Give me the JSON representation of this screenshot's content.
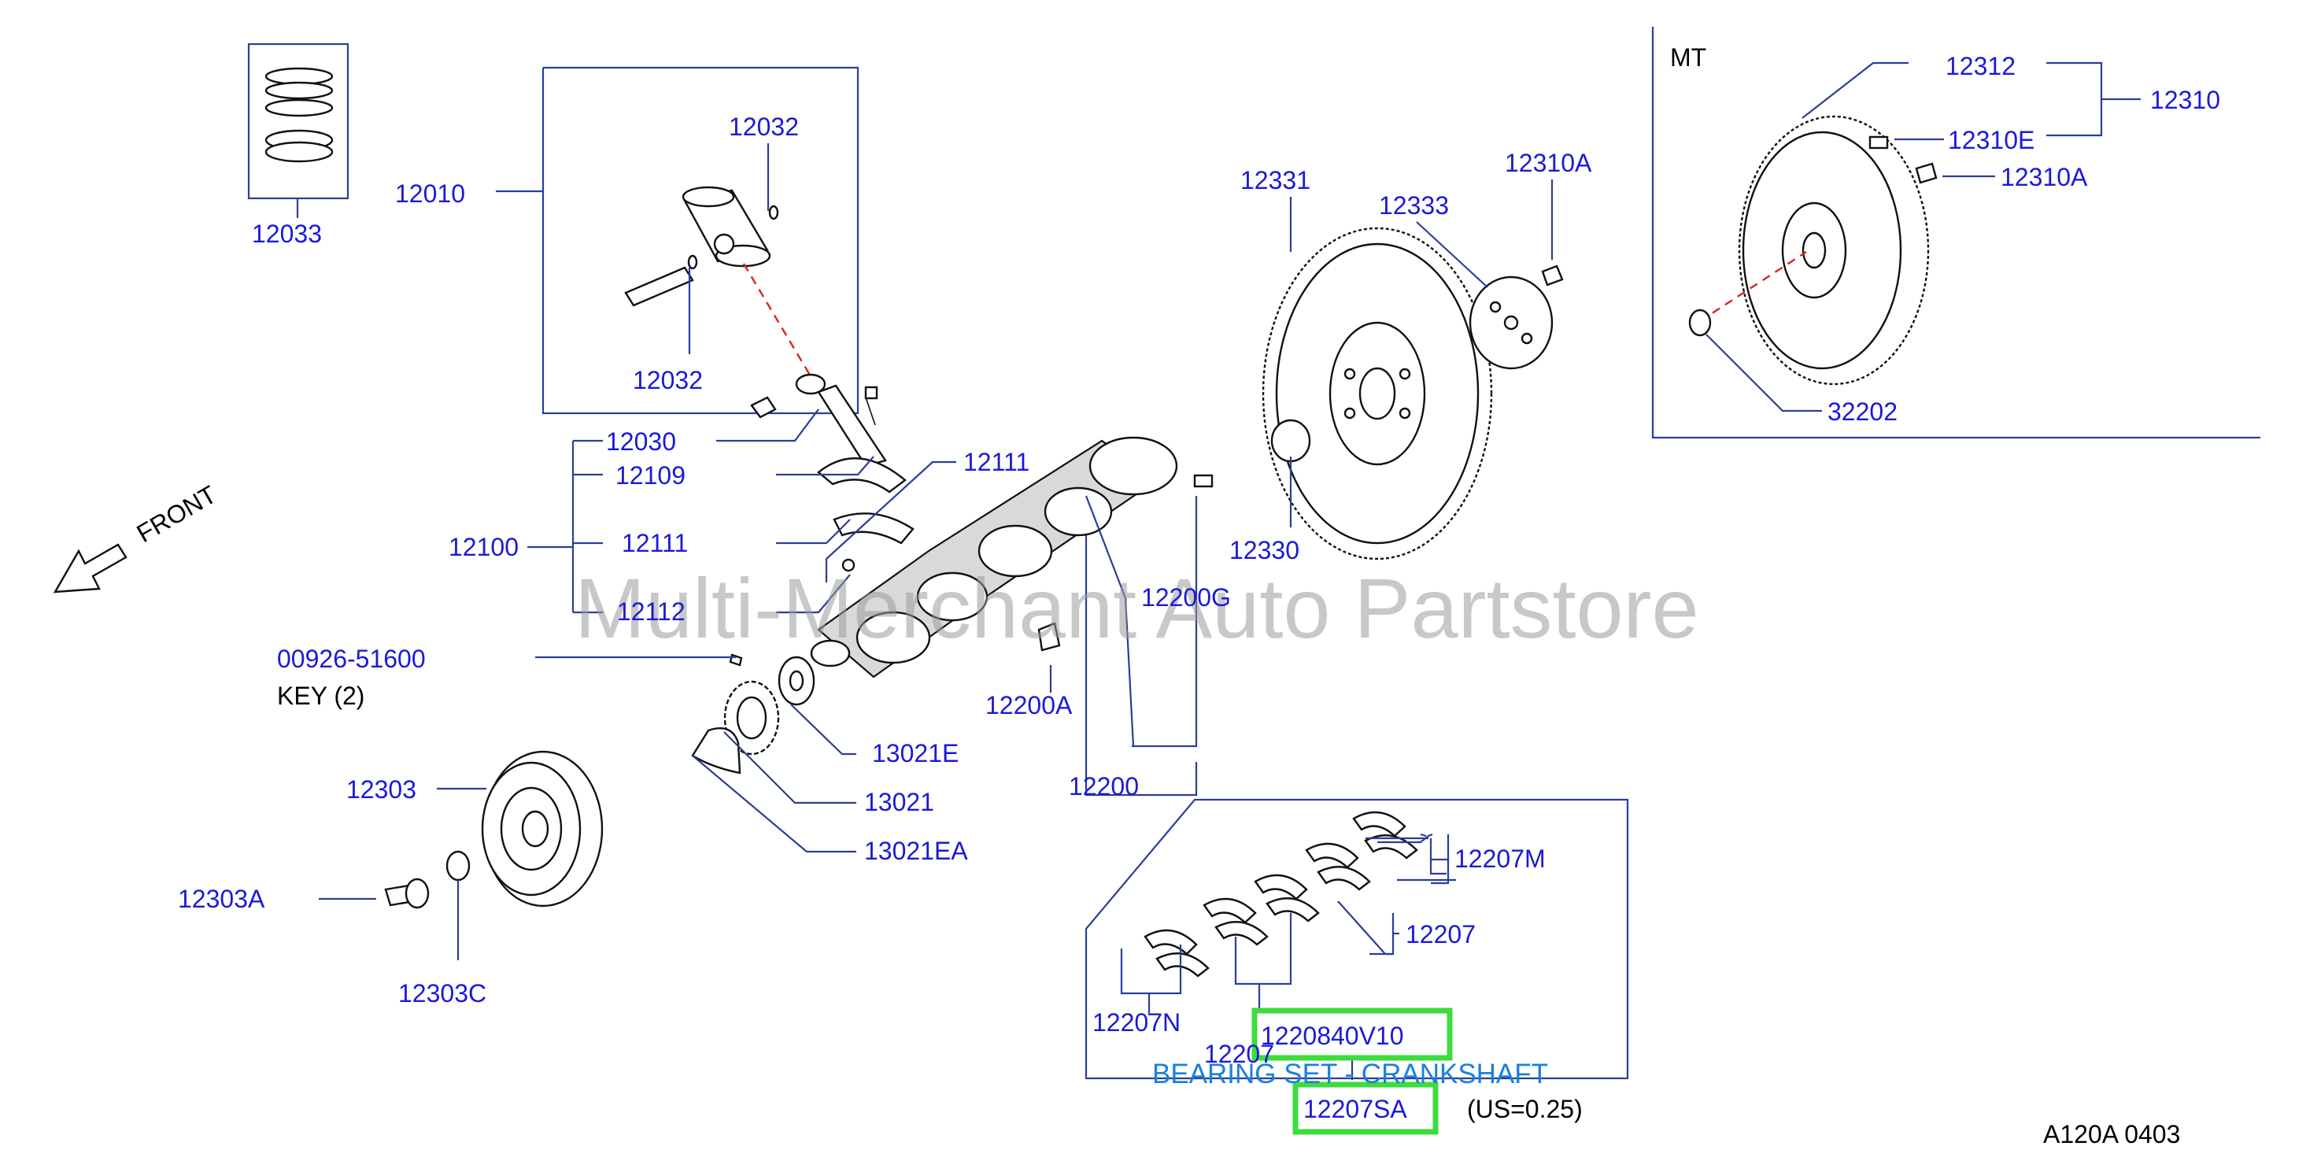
{
  "diagram": {
    "watermark": "Multi-Merchant Auto Partstore",
    "front_label": "FRONT",
    "mt_label": "MT",
    "key_label": "KEY   (2)",
    "highlighted_part_number": "1220840V10",
    "highlighted_description": "BEARING SET - CRANKSHAFT",
    "highlighted_sub_part": "12207SA",
    "sub_part_note": "(US=0.25)",
    "diagram_code": "A120A  0403",
    "callouts": {
      "c12033": "12033",
      "c12010": "12010",
      "c12032_top": "12032",
      "c12032_bottom": "12032",
      "c12030": "12030",
      "c12109": "12109",
      "c12111_top": "12111",
      "c12111_mid": "12111",
      "c12100": "12100",
      "c12112": "12112",
      "c00926": "00926-51600",
      "c12200G": "12200G",
      "c12200A": "12200A",
      "c12200": "12200",
      "c13021E": "13021E",
      "c13021": "13021",
      "c13021EA": "13021EA",
      "c12303": "12303",
      "c12303A": "12303A",
      "c12303C": "12303C",
      "c12331": "12331",
      "c12333": "12333",
      "c12310A_left": "12310A",
      "c12330": "12330",
      "c12312": "12312",
      "c12310": "12310",
      "c12310E": "12310E",
      "c12310A_right": "12310A",
      "c32202": "32202",
      "c12207M": "12207M",
      "c12207": "12207",
      "c12207N": "12207N",
      "c12207_bottom": "12207"
    }
  }
}
